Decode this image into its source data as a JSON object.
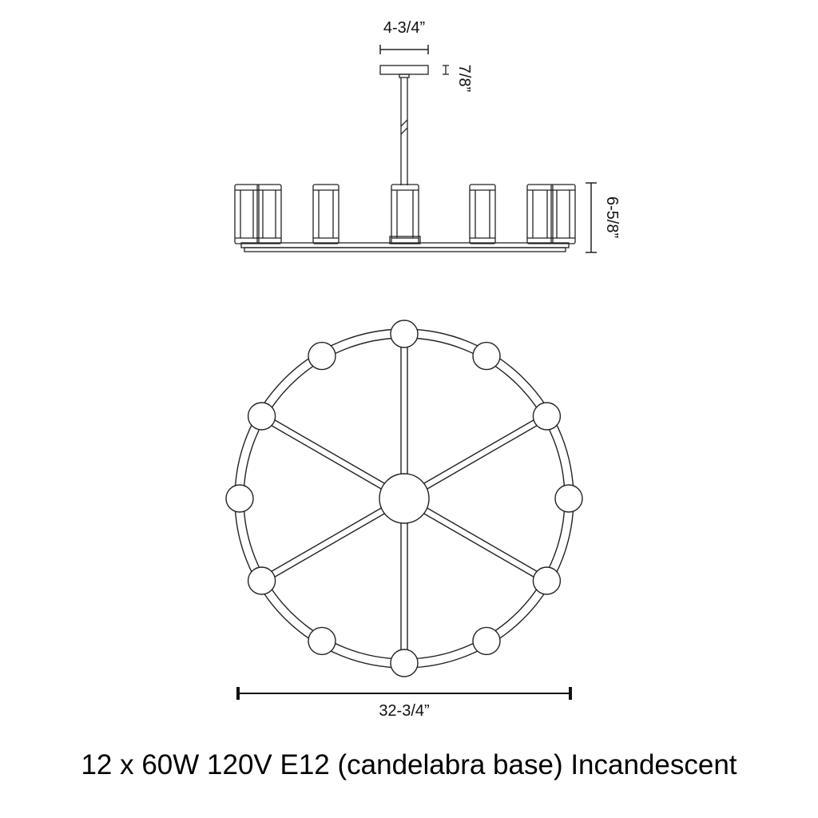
{
  "dimensions": {
    "canopy_width": "4-3/4”",
    "canopy_height": "7/8”",
    "fixture_height": "6-5/8”",
    "overall_diameter": "32-3/4”"
  },
  "caption": "12 x 60W 120V E12 (candelabra base) Incandescent",
  "colors": {
    "line": "#222222",
    "text": "#111111",
    "background": "#ffffff"
  },
  "bulb_count": 12,
  "spoke_count": 6
}
